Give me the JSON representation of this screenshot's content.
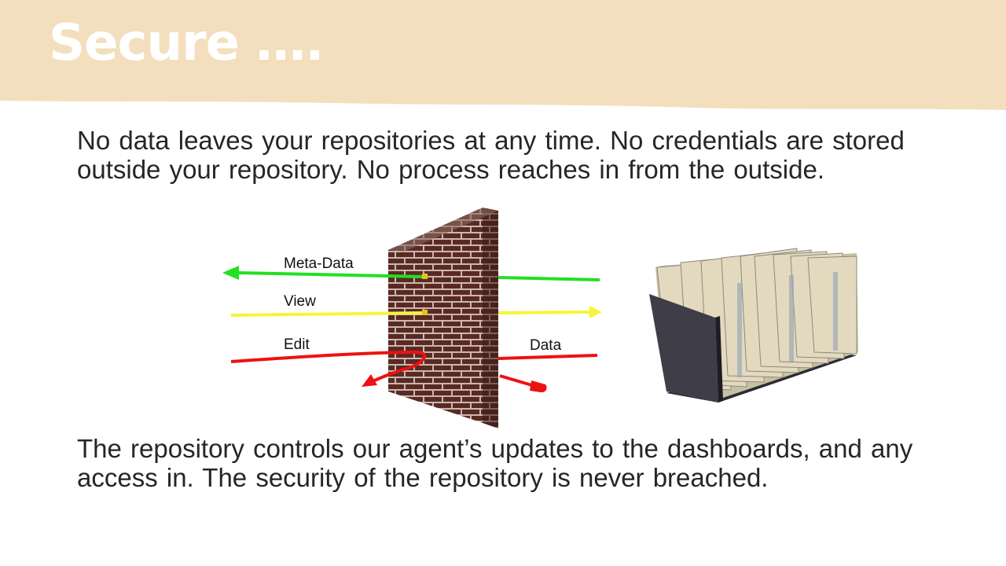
{
  "slide": {
    "title": "Secure ….",
    "paragraph_top": "No data leaves your repositories at any time. No credentials are stored outside your repository. No process reaches in from the outside.",
    "paragraph_bottom": "The repository controls our agent’s updates to the dashboards, and any access in. The security of the repository is never breached."
  },
  "diagram": {
    "labels": {
      "meta_data": "Meta-Data",
      "view": "View",
      "edit": "Edit",
      "data": "Data"
    },
    "colors": {
      "meta_data": "#22e022",
      "view": "#f5f53a",
      "edit": "#ee1111",
      "header_band": "#f3dfbd",
      "brick": "#5a2a22",
      "mortar": "#c9b8b0"
    },
    "images": {
      "wall": "brick-firewall",
      "repository": "file-folder-organizer"
    }
  }
}
